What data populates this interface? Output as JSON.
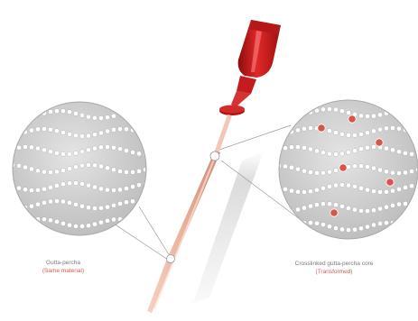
{
  "labels": {
    "left": {
      "line1": "Gutta-percha",
      "line2": "(Same material)"
    },
    "right": {
      "line1": "Crosslinked gutta-percha core",
      "line2": "(Transformed)"
    }
  },
  "illustration": {
    "handle_color": "#c81e1e",
    "rod_color": "#e9b6a4",
    "molecule_color": "#ffffff",
    "crosslink_color": "#d9534f",
    "icons": [
      "handle-cap",
      "stopper-ring",
      "core-rod",
      "magnifier-left",
      "magnifier-right"
    ]
  }
}
